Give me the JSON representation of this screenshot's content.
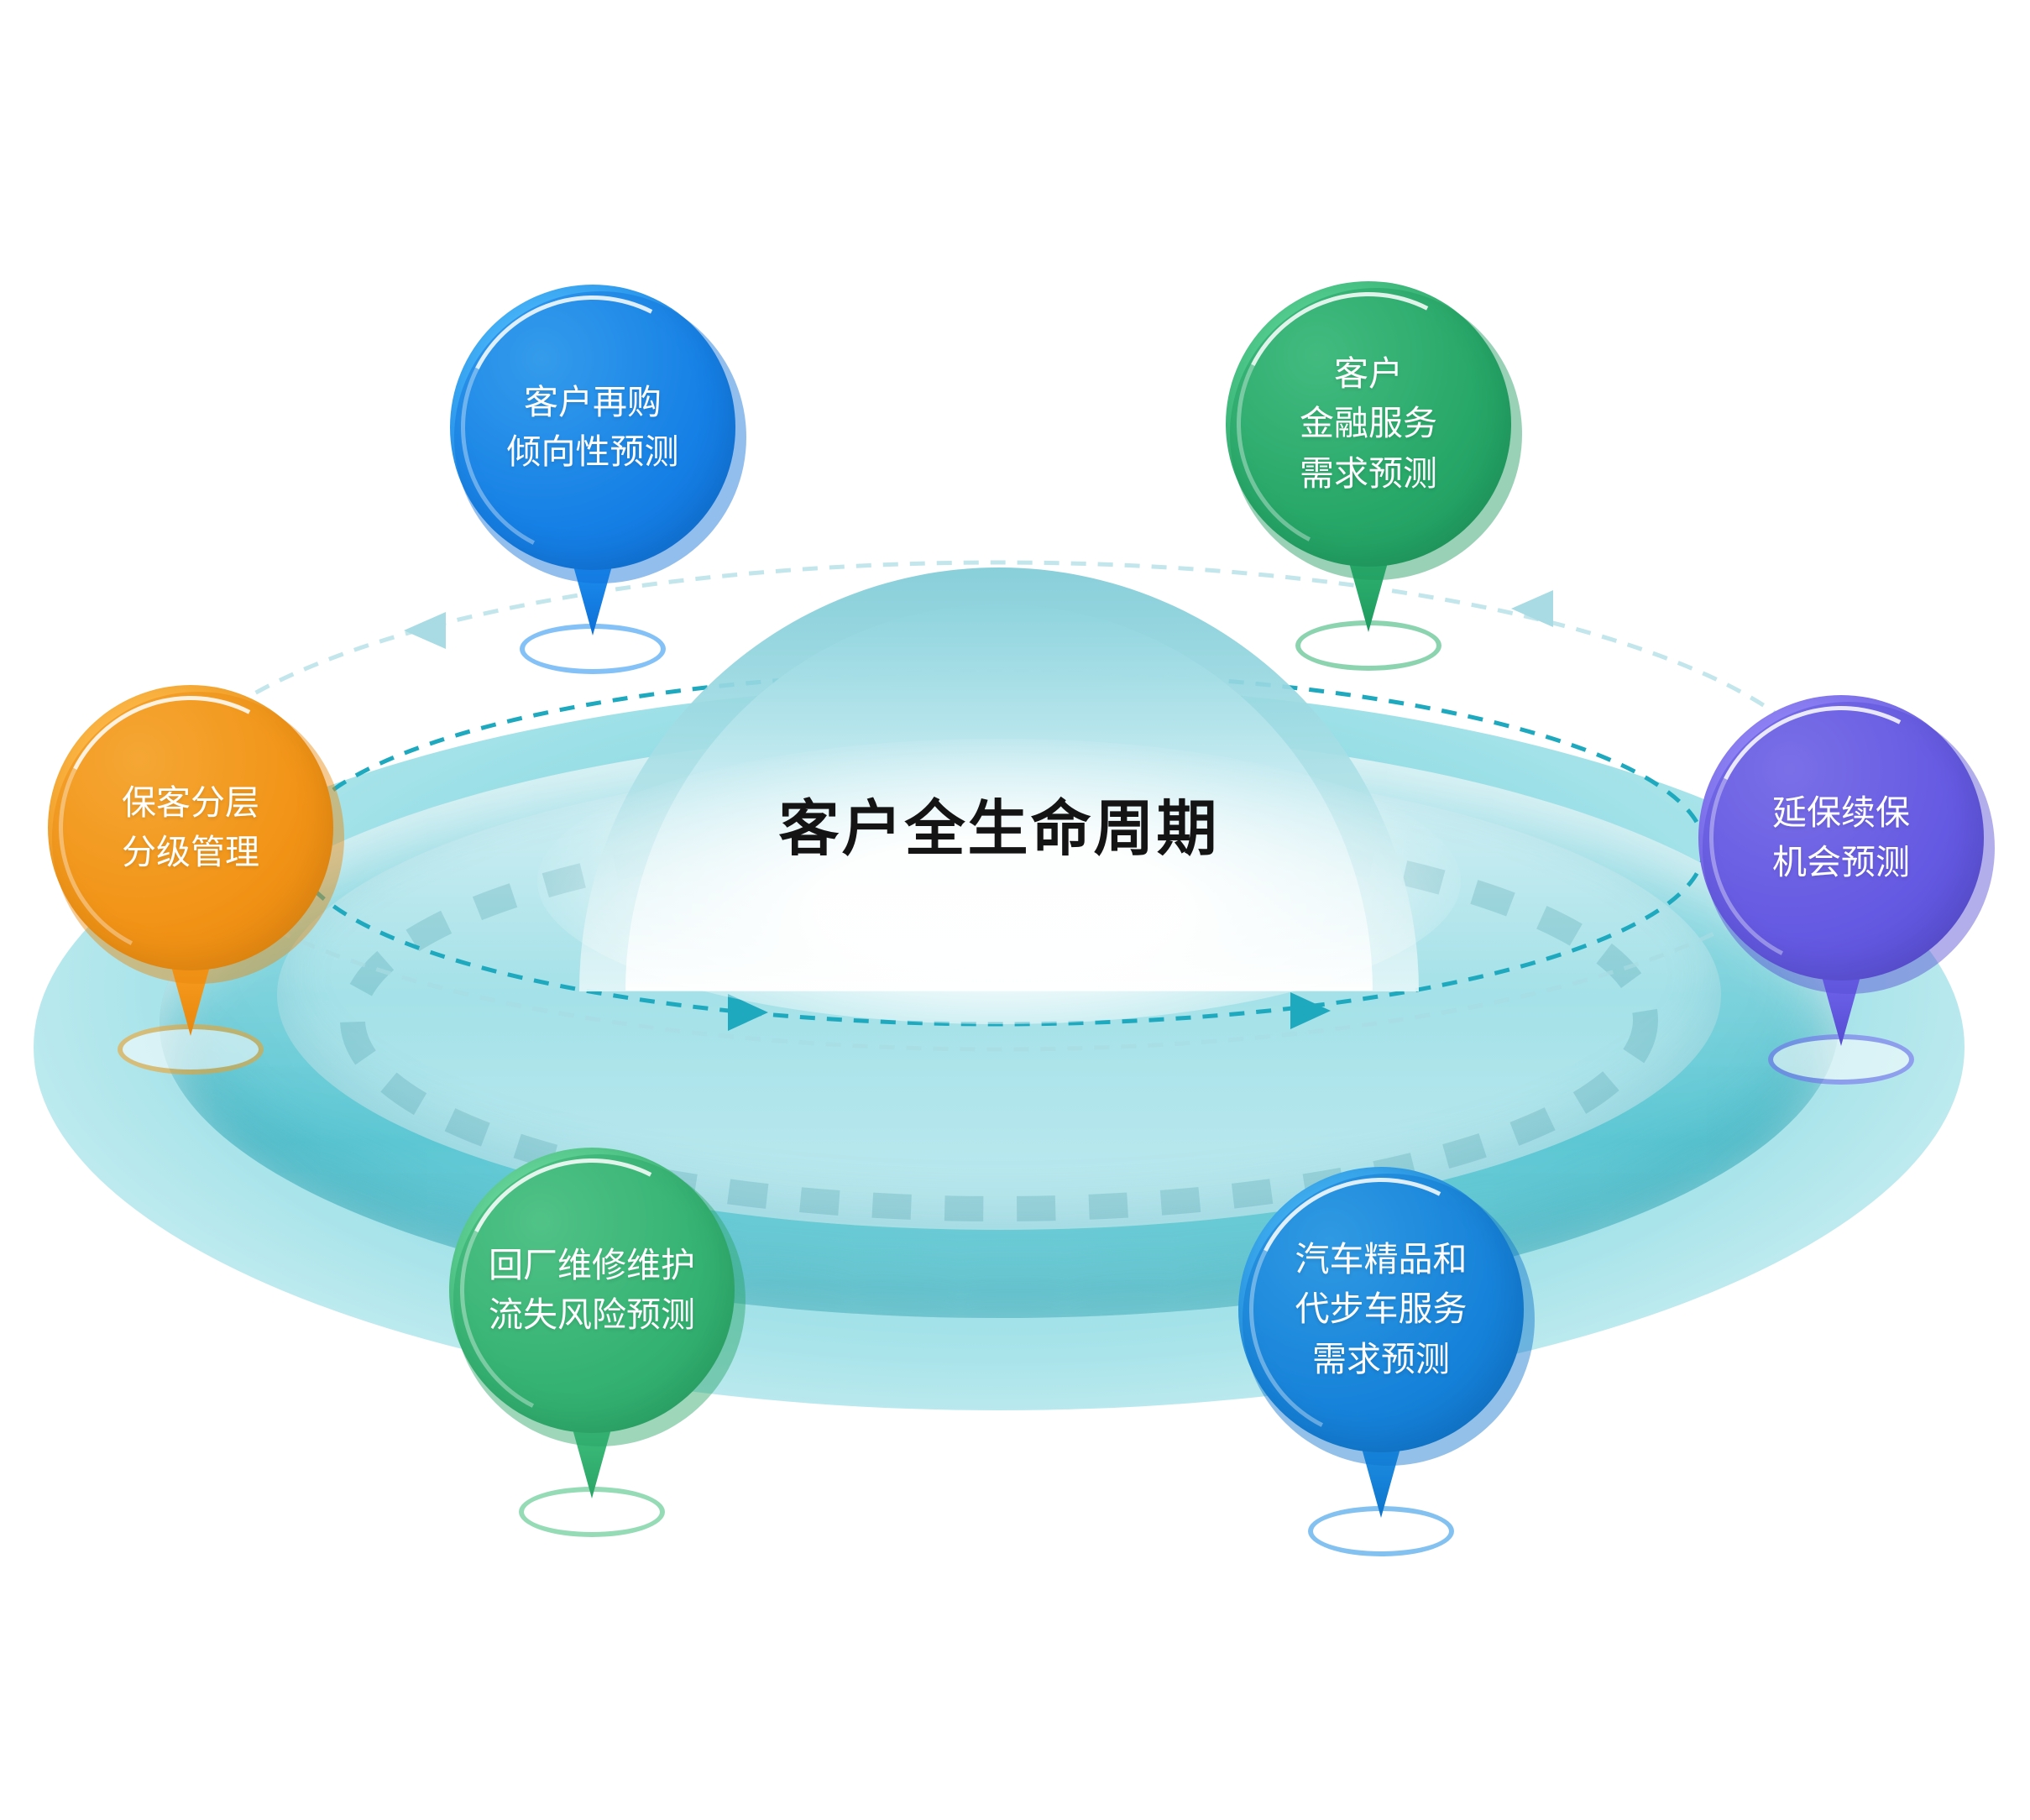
{
  "diagram": {
    "title": "客户全生命周期",
    "path_color": "#1fa9bf",
    "path_color_faint": "#a8dbe3",
    "disc_colors": {
      "light": "#d6f1f5",
      "mid": "#8edbe3",
      "deep": "#5fc9d5"
    }
  },
  "nodes": [
    {
      "id": "repurchase-propensity",
      "lines": [
        "客户再购",
        "倾向性预测"
      ],
      "colors": {
        "light": "#55c1fb",
        "main": "#1e8ff2",
        "dark": "#0d6fd6"
      }
    },
    {
      "id": "financial-service-demand",
      "lines": [
        "客户",
        "金融服务",
        "需求预测"
      ],
      "colors": {
        "light": "#62d79c",
        "main": "#2fb271",
        "dark": "#1d9a5e"
      }
    },
    {
      "id": "customer-tier-management",
      "lines": [
        "保客分层",
        "分级管理"
      ],
      "colors": {
        "light": "#ffc155",
        "main": "#f89d1e",
        "dark": "#e8870e"
      }
    },
    {
      "id": "warranty-renewal-opportunity",
      "lines": [
        "延保续保",
        "机会预测"
      ],
      "colors": {
        "light": "#9a8df8",
        "main": "#7265ee",
        "dark": "#554cd2"
      }
    },
    {
      "id": "repair-churn-risk",
      "lines": [
        "回厂维修维护",
        "流失风险预测"
      ],
      "colors": {
        "light": "#72dba2",
        "main": "#3fbe7c",
        "dark": "#29a565"
      }
    },
    {
      "id": "accessory-courtesy-car-demand",
      "lines": [
        "汽车精品和",
        "代步车服务",
        "需求预测"
      ],
      "colors": {
        "light": "#4cb9f5",
        "main": "#1f8fe4",
        "dark": "#0d74cc"
      }
    }
  ]
}
